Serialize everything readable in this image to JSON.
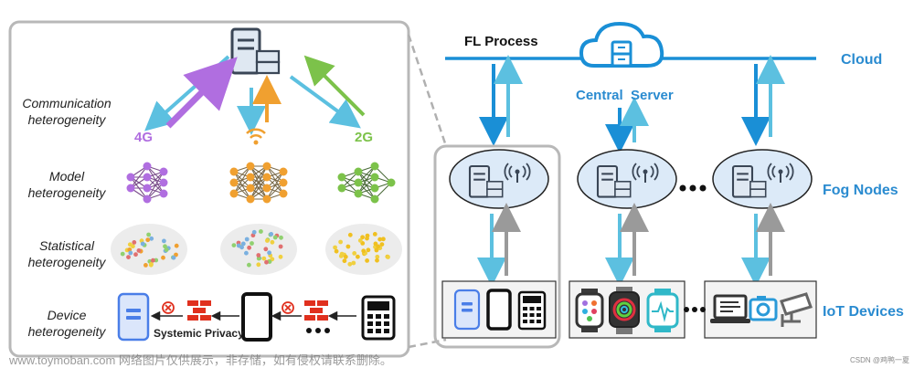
{
  "left_panel": {
    "rows": [
      {
        "line1": "Communication",
        "line2": "heterogeneity"
      },
      {
        "line1": "Model",
        "line2": "heterogeneity"
      },
      {
        "line1": "Statistical",
        "line2": "heterogeneity"
      },
      {
        "line1": "Device",
        "line2": "heterogeneity"
      }
    ],
    "network_labels": [
      "4G",
      "2G"
    ],
    "privacy_label": "Systemic Privacy"
  },
  "right_panel": {
    "fl_process": "FL Process",
    "central_server": "Central  Server",
    "tiers": {
      "cloud": "Cloud",
      "fog": "Fog Nodes",
      "iot": "IoT Devices"
    },
    "ellipsis": "•••"
  },
  "watermark": "www.toymoban.com 网络图片仅供展示，非存储，如有侵权请联系删除。",
  "credit": "CSDN @鸡鸭一夏",
  "colors": {
    "blue_arrow": "#1a8fd6",
    "light_blue_arrow": "#5cc0e0",
    "purple": "#b06ee0",
    "green": "#7cc24a",
    "orange": "#f0a030",
    "red": "#e0301e",
    "gray_box": "#b8b8b8"
  },
  "icons": [
    "server-icon",
    "cloud-server-icon",
    "wifi-icon",
    "neural-network-icon",
    "phone-icon",
    "smartwatch-icon",
    "laptop-icon",
    "camera-icon",
    "cctv-icon",
    "firewall-icon",
    "antenna-icon"
  ]
}
